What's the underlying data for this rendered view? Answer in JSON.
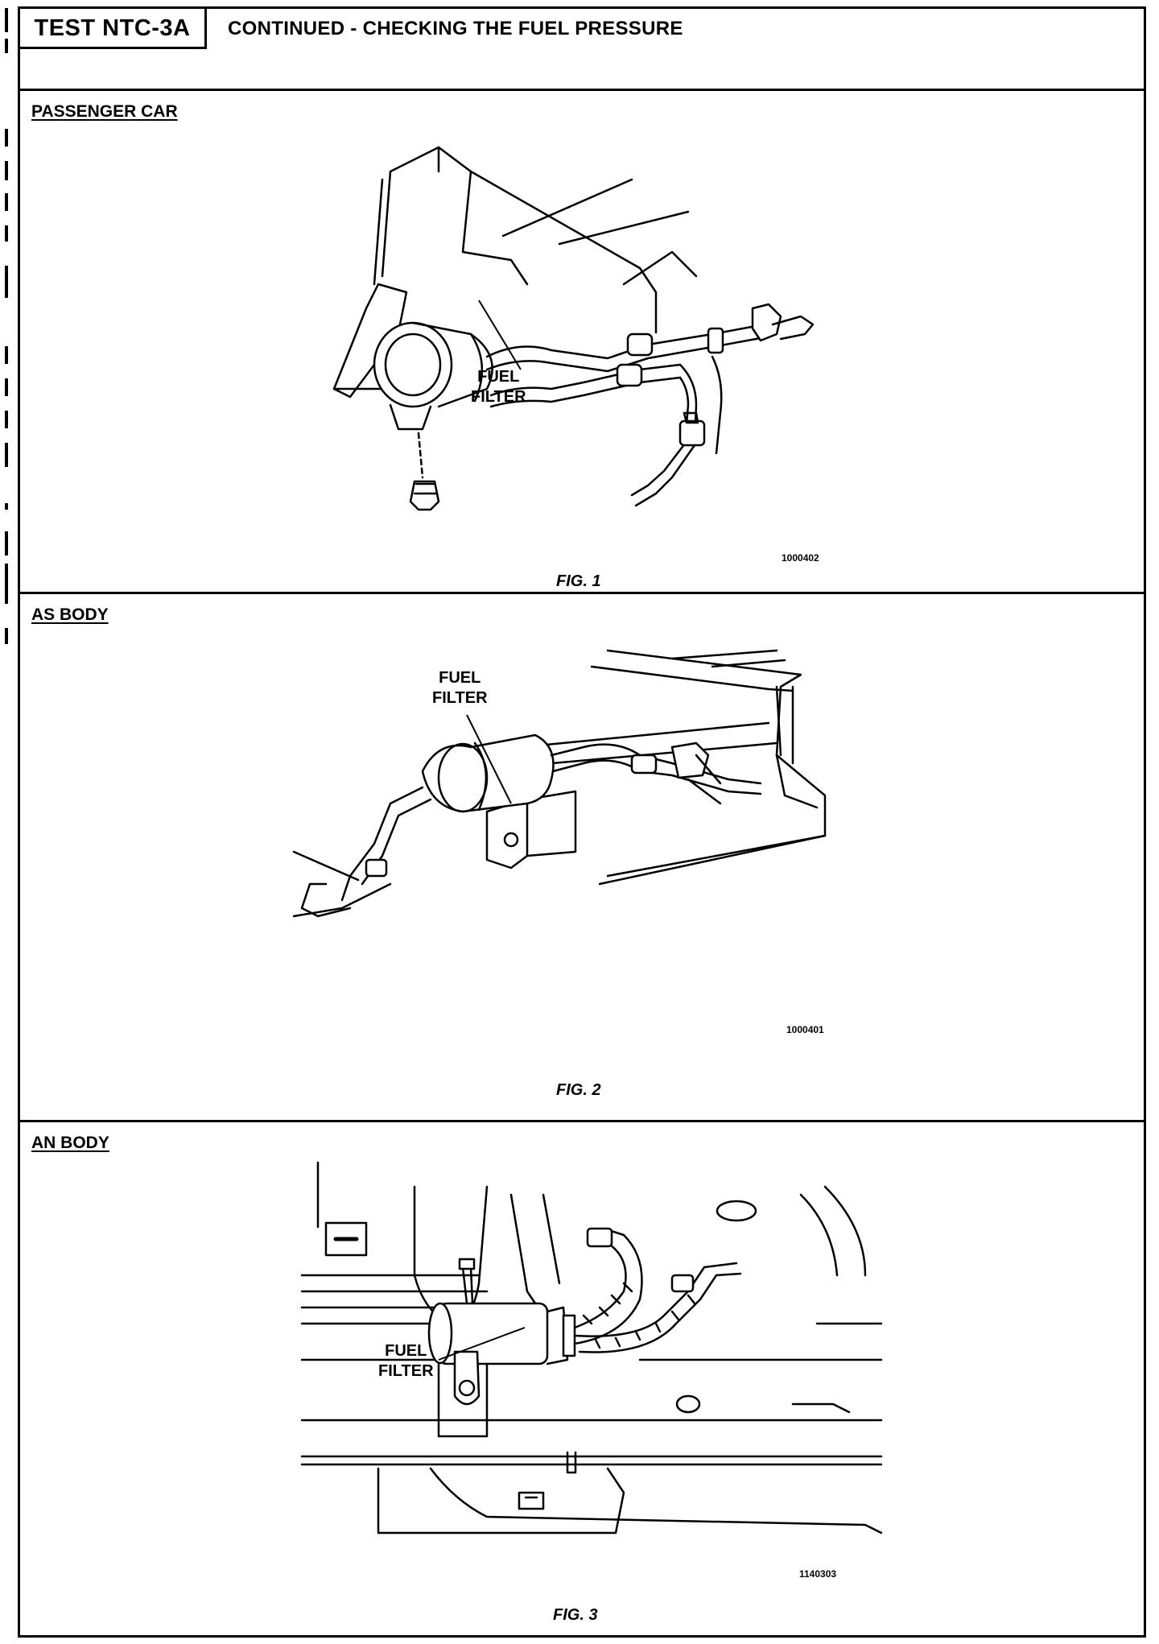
{
  "header": {
    "test_id": "TEST NTC-3A",
    "title": "CONTINUED - CHECKING THE FUEL PRESSURE"
  },
  "sections": [
    {
      "label": "PASSENGER CAR",
      "callout_line1": "FUEL",
      "callout_line2": "FILTER",
      "figure_id": "1000402",
      "caption": "FIG. 1"
    },
    {
      "label": "AS BODY",
      "callout_line1": "FUEL",
      "callout_line2": "FILTER",
      "figure_id": "1000401",
      "caption": "FIG. 2"
    },
    {
      "label": "AN BODY",
      "callout_line1": "FUEL",
      "callout_line2": "FILTER",
      "figure_id": "1140303",
      "caption": "FIG. 3"
    }
  ]
}
